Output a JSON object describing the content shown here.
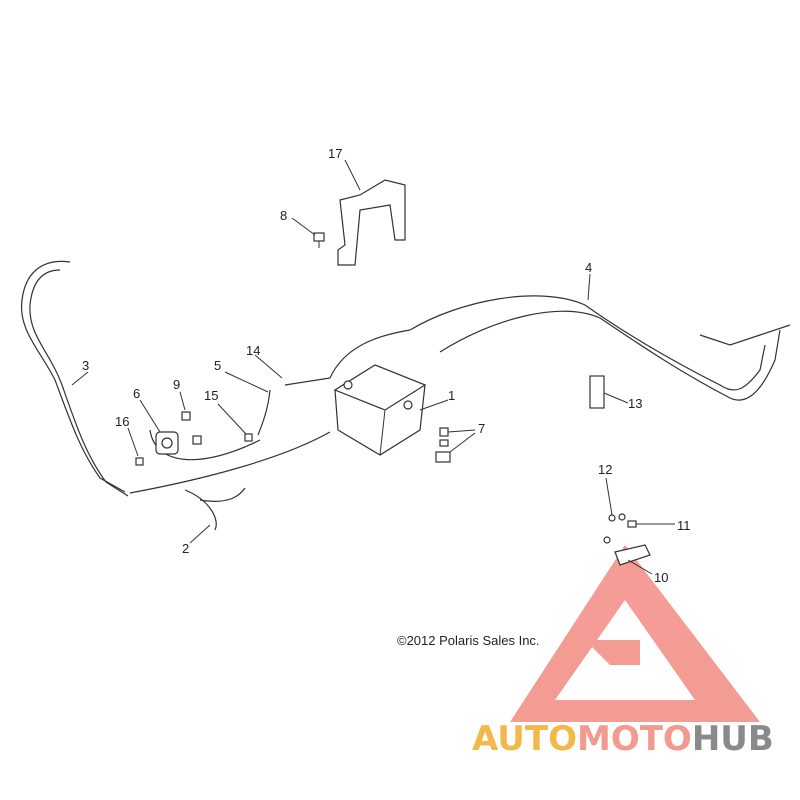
{
  "diagram": {
    "labels": [
      "1",
      "2",
      "3",
      "4",
      "5",
      "6",
      "7",
      "8",
      "9",
      "10",
      "11",
      "12",
      "13",
      "14",
      "15",
      "16",
      "17"
    ],
    "copyright": "©2012 Polaris Sales Inc."
  },
  "watermark": {
    "word_parts": [
      "AUTO",
      "MOTO",
      "HUB"
    ],
    "colors": {
      "auto": "#f4b84a",
      "moto": "#f39a8e",
      "hub": "#8a8a8a",
      "logo": "#f28b82"
    }
  }
}
